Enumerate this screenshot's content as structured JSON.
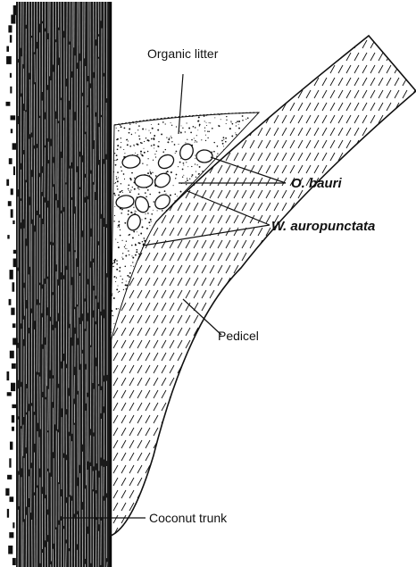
{
  "labels": {
    "organic_litter": "Organic litter",
    "o_bauri": "O. bauri",
    "w_auropunctata": "W. auropunctata",
    "pedicel": "Pedicel",
    "coconut_trunk": "Coconut trunk"
  },
  "colors": {
    "ink": "#111111",
    "background": "#ffffff"
  }
}
